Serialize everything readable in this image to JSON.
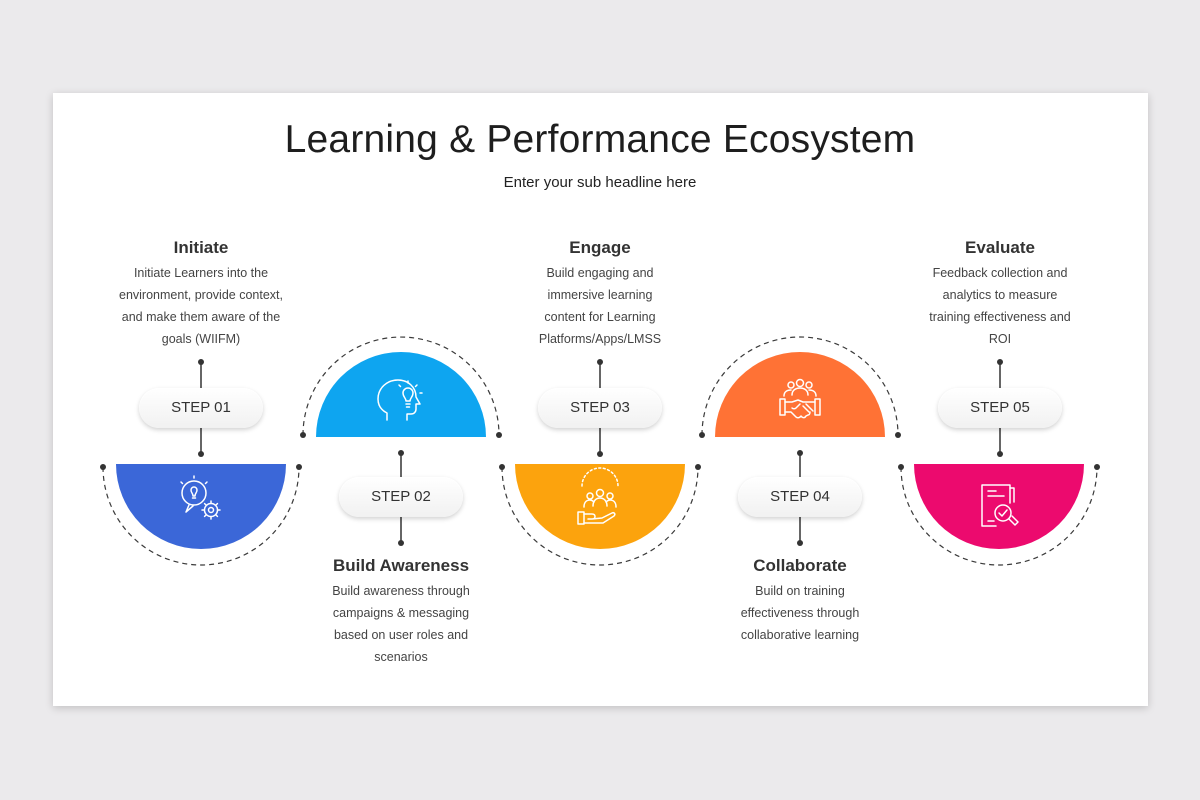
{
  "title": "Learning & Performance Ecosystem",
  "subtitle": "Enter your sub headline here",
  "colors": {
    "step1": "#3b67d8",
    "step2": "#0ea5f0",
    "step3": "#fca30d",
    "step4": "#ff7235",
    "step5": "#ec0a6e"
  },
  "steps": [
    {
      "label": "STEP 01",
      "heading": "Initiate",
      "desc": [
        "Initiate Learners into the",
        "environment, provide context,",
        "and make them aware of the",
        "goals (WIIFM)"
      ],
      "icon": "lightbulb-gear-icon"
    },
    {
      "label": "STEP 02",
      "heading": "Build Awareness",
      "desc": [
        "Build awareness through",
        "campaigns & messaging",
        "based on user roles and",
        "scenarios"
      ],
      "icon": "head-lightbulb-icon"
    },
    {
      "label": "STEP 03",
      "heading": "Engage",
      "desc": [
        "Build engaging and",
        "immersive learning",
        "content for Learning",
        "Platforms/Apps/LMSS"
      ],
      "icon": "hand-team-icon"
    },
    {
      "label": "STEP 04",
      "heading": "Collaborate",
      "desc": [
        "Build on training",
        "effectiveness  through",
        "collaborative learning"
      ],
      "icon": "handshake-team-icon"
    },
    {
      "label": "STEP 05",
      "heading": "Evaluate",
      "desc": [
        "Feedback collection and",
        "analytics to measure",
        "training effectiveness  and",
        "ROI"
      ],
      "icon": "report-search-icon"
    }
  ]
}
